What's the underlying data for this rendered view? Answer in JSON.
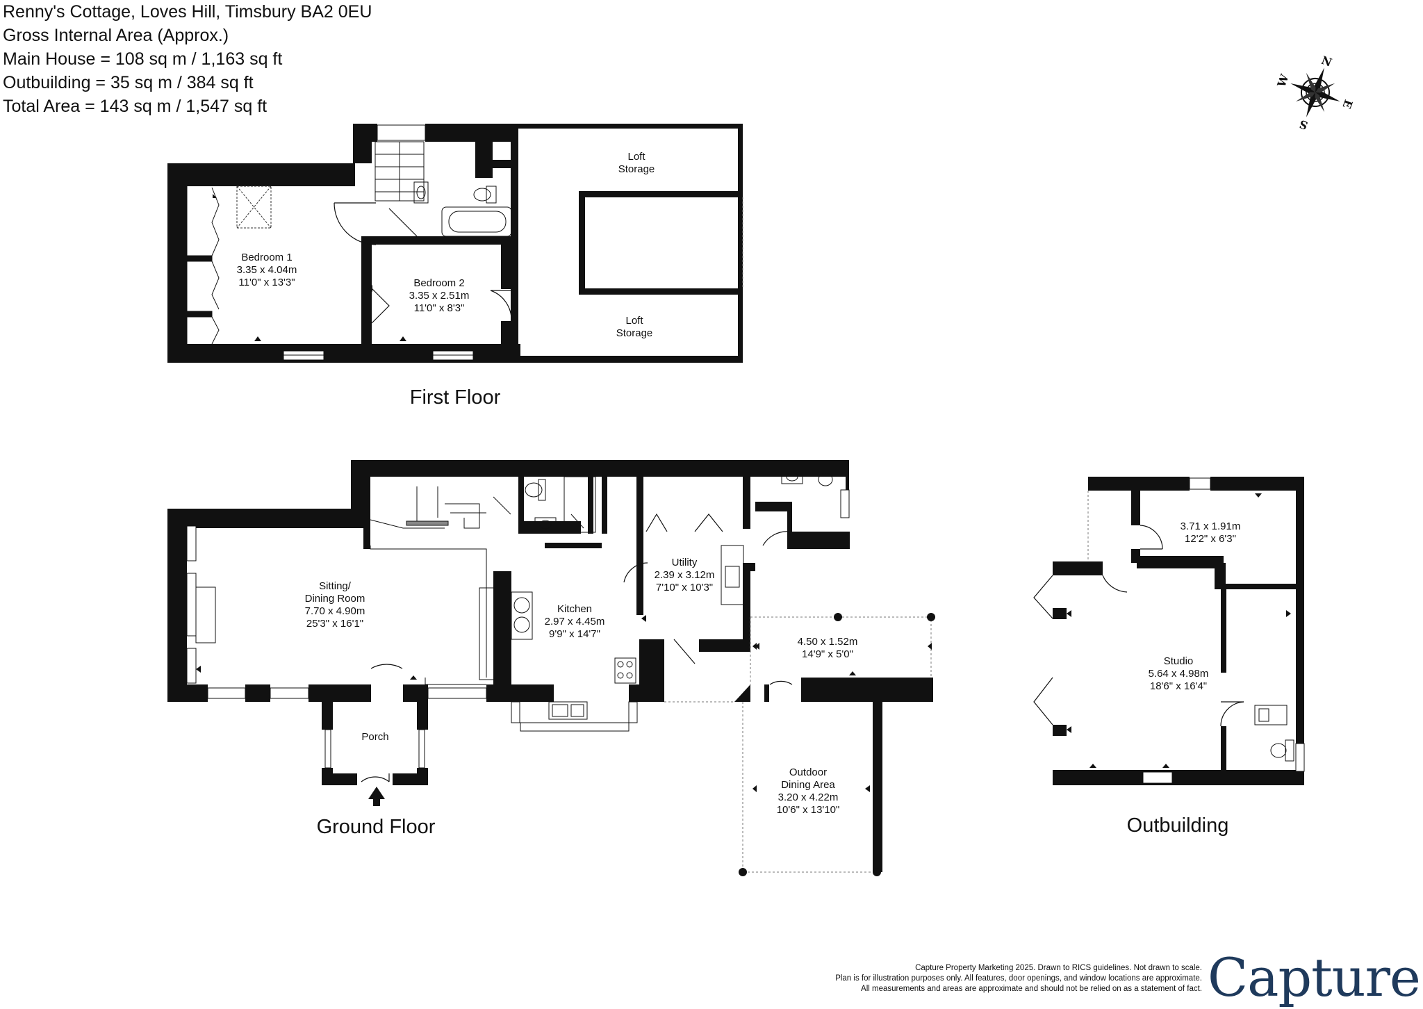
{
  "header": {
    "line1": "Renny's Cottage, Loves Hill, Timsbury BA2 0EU",
    "line2": "Gross Internal Area (Approx.)",
    "line3": "Main House = 108 sq m / 1,163 sq ft",
    "line4": "Outbuilding = 35 sq m / 384 sq ft",
    "line5": "Total Area = 143 sq m / 1,547 sq ft"
  },
  "compass": {
    "n": "N",
    "e": "E",
    "s": "S",
    "w": "W"
  },
  "first_floor": {
    "label": "First Floor",
    "bedroom1": {
      "name": "Bedroom 1",
      "metric": "3.35 x 4.04m",
      "imperial": "11'0\" x 13'3\""
    },
    "bedroom2": {
      "name": "Bedroom 2",
      "metric": "3.35 x 2.51m",
      "imperial": "11'0\" x 8'3\""
    },
    "loft_top": {
      "line1": "Loft",
      "line2": "Storage"
    },
    "loft_bottom": {
      "line1": "Loft",
      "line2": "Storage"
    }
  },
  "ground_floor": {
    "label": "Ground Floor",
    "sitting": {
      "line1": "Sitting/",
      "line2": "Dining Room",
      "metric": "7.70 x 4.90m",
      "imperial": "25'3\" x 16'1\""
    },
    "kitchen": {
      "name": "Kitchen",
      "metric": "2.97 x 4.45m",
      "imperial": "9'9\" x 14'7\""
    },
    "utility": {
      "name": "Utility",
      "metric": "2.39 x 3.12m",
      "imperial": "7'10\" x 10'3\""
    },
    "porch": {
      "name": "Porch"
    },
    "covered": {
      "metric": "4.50 x 1.52m",
      "imperial": "14'9\" x 5'0\""
    },
    "outdoor": {
      "line1": "Outdoor",
      "line2": "Dining Area",
      "metric": "3.20 x 4.22m",
      "imperial": "10'6\" x 13'10\""
    }
  },
  "outbuilding": {
    "label": "Outbuilding",
    "store": {
      "metric": "3.71 x 1.91m",
      "imperial": "12'2\" x 6'3\""
    },
    "studio": {
      "name": "Studio",
      "metric": "5.64 x 4.98m",
      "imperial": "18'6\" x 16'4\""
    }
  },
  "footer": {
    "line1": "Capture Property Marketing 2025. Drawn to RICS guidelines.  Not drawn to scale.",
    "line2": "Plan is for illustration purposes only. All features, door openings, and window locations are approximate.",
    "line3": "All measurements and areas are approximate and should not be relied on as a statement of fact."
  },
  "logo": {
    "text": "Capture",
    "dot": "."
  }
}
